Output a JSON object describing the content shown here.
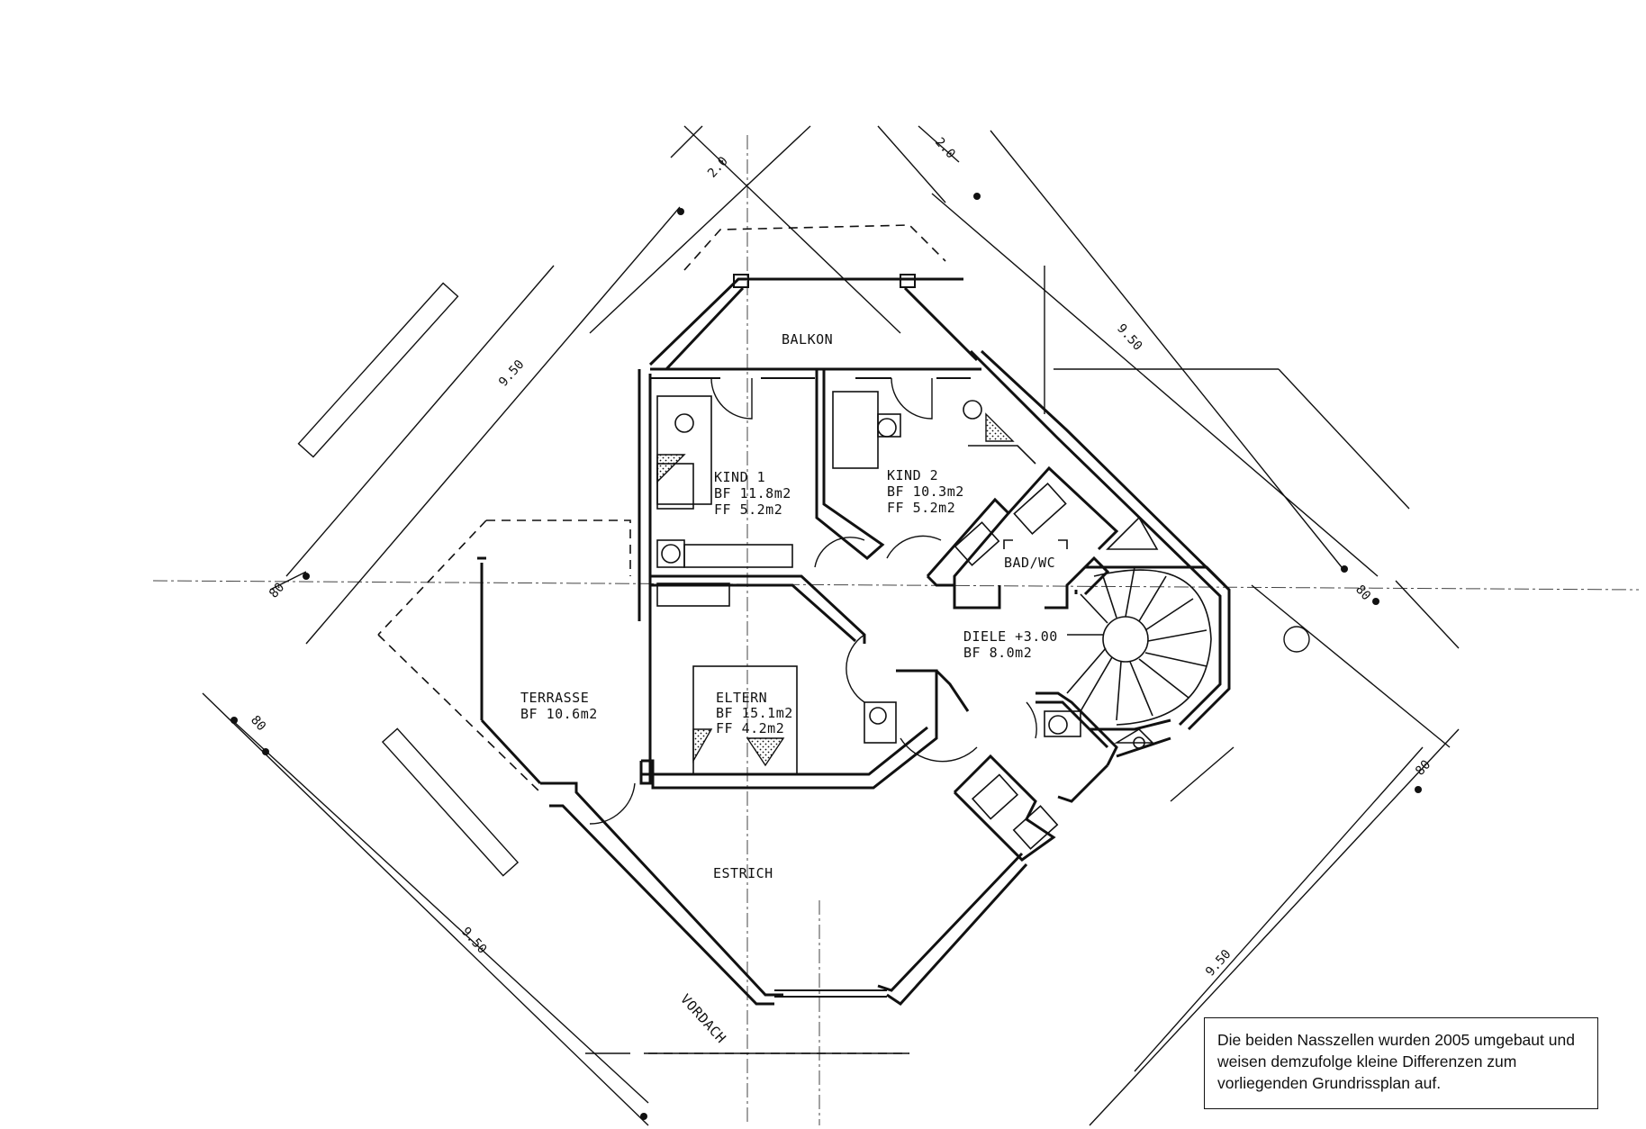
{
  "rooms": {
    "balkon": "BALKON",
    "kind1": {
      "name": "KIND 1",
      "bf": "BF  11.8m2",
      "ff": "FF  5.2m2"
    },
    "kind2": {
      "name": "KIND 2",
      "bf": "BF  10.3m2",
      "ff": "FF  5.2m2"
    },
    "bad_wc": "BAD/WC",
    "diele": {
      "name": "DIELE +3.00",
      "bf": "BF  8.0m2"
    },
    "terrasse": {
      "name": "TERRASSE",
      "bf": "BF  10.6m2"
    },
    "eltern": {
      "name": "ELTERN",
      "bf": "BF  15.1m2",
      "ff": "FF  4.2m2"
    },
    "estrich": "ESTRICH",
    "vordach": "VORDACH"
  },
  "dimensions": {
    "top_left_offset": "2.0",
    "top_right_offset": "2.0",
    "nw_side": "9.50",
    "ne_side": "9.50",
    "sw_side": "9.50",
    "se_side": "9.50",
    "left_upper": "80",
    "left_lower": "80",
    "right_upper": "80",
    "right_lower": "80"
  },
  "note": "Die beiden Nasszellen wurden 2005 umgebaut und weisen demzufolge kleine Differenzen zum vorliegenden Grundrissplan auf."
}
